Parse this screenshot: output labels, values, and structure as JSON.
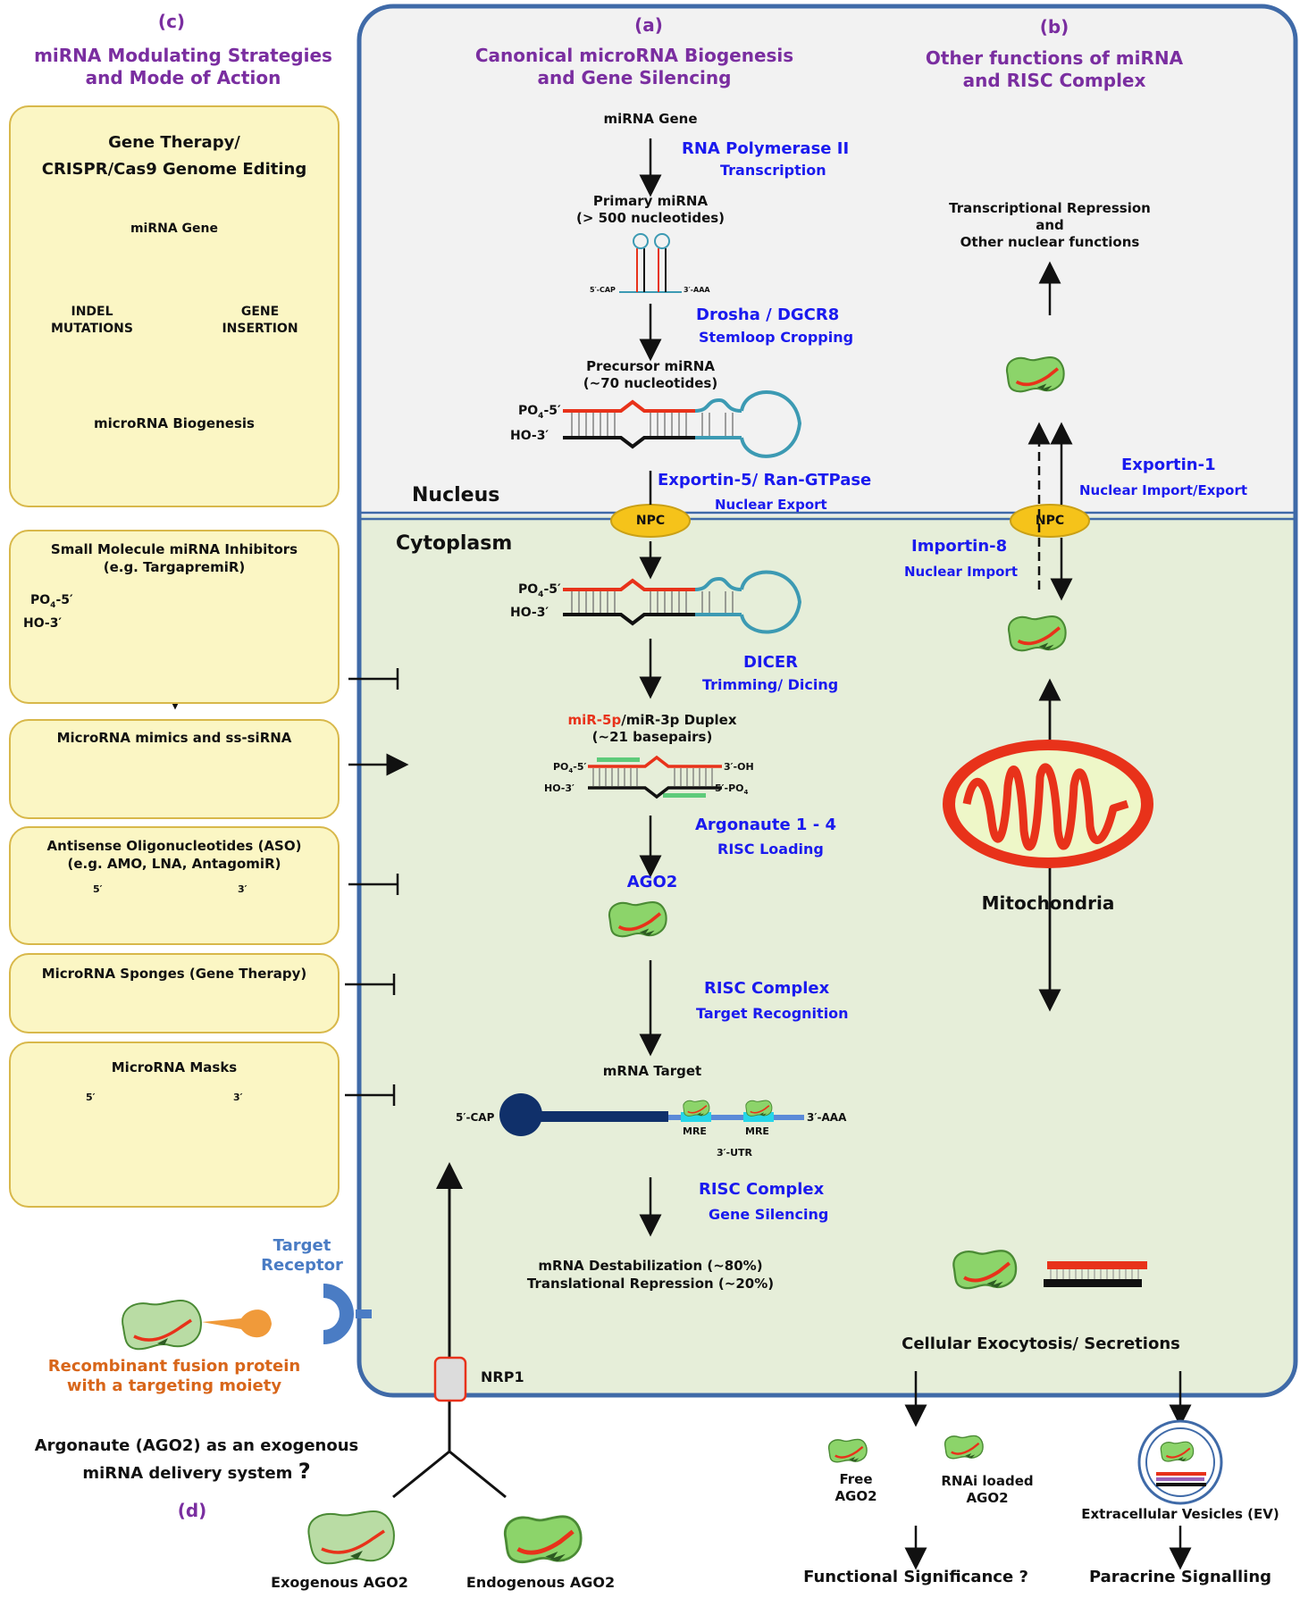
{
  "colors": {
    "cell_border": "#3f6aa8",
    "nucleus_bg": "#f2f2f2",
    "cytoplasm_bg": "#e6eed9",
    "panel_bg": "#fbf6c4",
    "panel_border": "#d8b84a",
    "heading": "#7a2ea0",
    "label_blue": "#1a1aee",
    "rna_red": "#e8321a",
    "loop_teal": "#3c9ab3",
    "npc_yellow": "#f5c31a",
    "ago_green": "#8cd46a"
  },
  "section_c": {
    "letter": "(c)",
    "title_line1": "miRNA Modulating Strategies",
    "title_line2": "and Mode of Action"
  },
  "section_a": {
    "letter": "(a)",
    "title_line1": "Canonical microRNA Biogenesis",
    "title_line2": "and Gene Silencing"
  },
  "section_b": {
    "letter": "(b)",
    "title_line1": "Other functions of miRNA",
    "title_line2": "and RISC Complex"
  },
  "section_d": {
    "letter": "(d)"
  },
  "panel_gene_therapy": {
    "title_line1": "Gene Therapy/",
    "title_line2": "CRISPR/Cas9 Genome Editing",
    "gene": "miRNA Gene",
    "left_branch_line1": "INDEL",
    "left_branch_line2": "MUTATIONS",
    "right_branch_line1": "GENE",
    "right_branch_line2": "INSERTION",
    "result": "microRNA Biogenesis"
  },
  "panel_small_molecule": {
    "title_line1": "Small Molecule miRNA Inhibitors",
    "title_line2": "(e.g. TargapremiR)",
    "label_po4": "PO",
    "label_po4_sub": "4",
    "label_po4_end": "-5′",
    "label_ho": "HO-3′"
  },
  "panel_mimics": {
    "title": "MicroRNA mimics and ss-siRNA"
  },
  "panel_aso": {
    "title_line1": "Antisense Oligonucleotides (ASO)",
    "title_line2": "(e.g. AMO, LNA, AntagomiR)",
    "five_prime": "5′",
    "three_prime": "3′"
  },
  "panel_sponges": {
    "title": "MicroRNA Sponges (Gene Therapy)"
  },
  "panel_masks": {
    "title": "MicroRNA Masks",
    "five_prime": "5′",
    "three_prime": "3′"
  },
  "compartments": {
    "nucleus": "Nucleus",
    "cytoplasm": "Cytoplasm"
  },
  "biogenesis": {
    "gene": "miRNA Gene",
    "step1_enzyme": "RNA Polymerase II",
    "step1_process": "Transcription",
    "primary_line1": "Primary miRNA",
    "primary_line2": "(> 500 nucleotides)",
    "primary_cap": "5′-CAP",
    "primary_tail": "3′-AAA",
    "step2_enzyme": "Drosha / DGCR8",
    "step2_process": "Stemloop Cropping",
    "precursor_line1": "Precursor miRNA",
    "precursor_line2": "(~70 nucleotides)",
    "po4": "PO",
    "po4_sub": "4",
    "po4_end": "-5′",
    "ho": "HO-3′",
    "step3_enzyme": "Exportin-5/ Ran-GTPase",
    "step3_process": "Nuclear Export",
    "npc": "NPC",
    "step4_enzyme": "DICER",
    "step4_process": "Trimming/ Dicing",
    "duplex_red": "miR-5p",
    "duplex_rest": "/miR-3p Duplex",
    "duplex_line2": "(~21 basepairs)",
    "duplex_po4": "PO",
    "duplex_po4_sub": "4",
    "duplex_po4_end": "-5′",
    "duplex_oh": "3′-OH",
    "duplex_ho": "HO-3′",
    "duplex_po4b": "5′-PO",
    "duplex_po4b_sub": "4",
    "step5_enzyme": "Argonaute 1 - 4",
    "step5_process": "RISC Loading",
    "ago2": "AGO2",
    "step6_enzyme": "RISC Complex",
    "step6_process": "Target Recognition",
    "mrna_target": "mRNA Target",
    "mrna_cap": "5′-CAP",
    "mre1": "MRE",
    "mre2": "MRE",
    "mrna_tail": "3′-AAA",
    "utr": "3′-UTR",
    "step7_enzyme": "RISC Complex",
    "step7_process": "Gene Silencing",
    "outcome_line1": "mRNA Destabilization (~80%)",
    "outcome_line2": "Translational Repression (~20%)"
  },
  "other_functions": {
    "nuclear_line1": "Transcriptional Repression",
    "nuclear_line2": "and",
    "nuclear_line3": "Other nuclear functions",
    "exportin_enzyme": "Exportin-1",
    "exportin_process": "Nuclear Import/Export",
    "importin_enzyme": "Importin-8",
    "importin_process": "Nuclear Import",
    "npc": "NPC",
    "mitochondria": "Mitochondria",
    "exocytosis": "Cellular Exocytosis/ Secretions",
    "free_ago2_line1": "Free",
    "free_ago2_line2": "AGO2",
    "rnai_line1": "RNAi loaded",
    "rnai_line2": "AGO2",
    "ev": "Extracellular Vesicles (EV)",
    "functional": "Functional Significance ?",
    "paracrine": "Paracrine Signalling"
  },
  "delivery": {
    "receptor_line1": "Target",
    "receptor_line2": "Receptor",
    "fusion_line1": "Recombinant fusion protein",
    "fusion_line2": "with a targeting moiety",
    "nrp1": "NRP1",
    "question_line1": "Argonaute (AGO2) as an exogenous",
    "question_line2": "miRNA delivery system",
    "question_mark": "?",
    "exogenous": "Exogenous AGO2",
    "endogenous": "Endogenous AGO2"
  }
}
